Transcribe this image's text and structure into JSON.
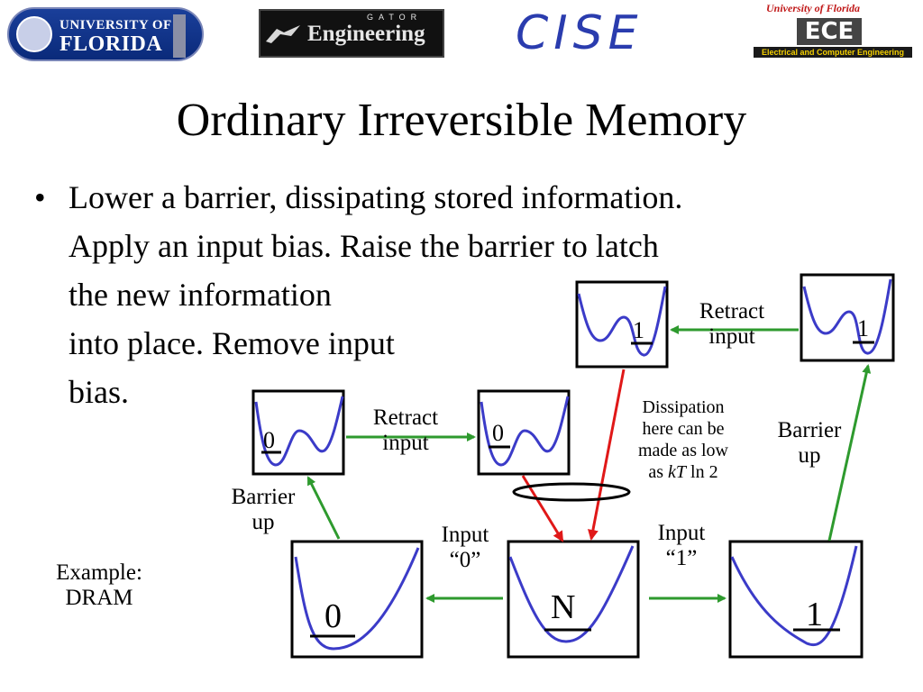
{
  "logos": {
    "uf_line1": "UNIVERSITY OF",
    "uf_line2": "FLORIDA",
    "eng_small": "GATOR",
    "eng_text": "Engineering",
    "cise": "CISE",
    "ece_top": "University of Florida",
    "ece_mark": "ECE",
    "ece_sub": "Electrical and Computer Engineering"
  },
  "slide": {
    "title": "Ordinary Irreversible Memory",
    "bullet": "•",
    "lines": [
      "Lower a barrier, dissipating stored information.",
      "Apply an input bias.  Raise the barrier to latch",
      "the new information",
      "into place.  Remove input",
      "bias."
    ]
  },
  "diagram": {
    "states": {
      "neutral": "N",
      "zero_bottom": "0",
      "one_bottom": "1",
      "zero_mid_left": "0",
      "zero_mid_right": "0",
      "one_top_left": "1",
      "one_top_right": "1"
    },
    "labels": {
      "retract_input_left": [
        "Retract",
        "input"
      ],
      "retract_input_right": [
        "Retract",
        "input"
      ],
      "barrier_up_left": [
        "Barrier",
        "up"
      ],
      "barrier_up_right": [
        "Barrier",
        "up"
      ],
      "input_zero": [
        "Input",
        "“0”"
      ],
      "input_one": [
        "Input",
        "“1”"
      ],
      "example": [
        "Example:",
        "DRAM"
      ],
      "dissipation": [
        "Dissipation",
        "here can be",
        "made as low"
      ],
      "dissipation_last": {
        "prefix": "as ",
        "kt": "kT",
        "suffix": " ln 2"
      }
    },
    "colors": {
      "curve": "#3b3bc8",
      "arrow_green": "#2e9a2e",
      "arrow_red": "#e01818"
    }
  }
}
